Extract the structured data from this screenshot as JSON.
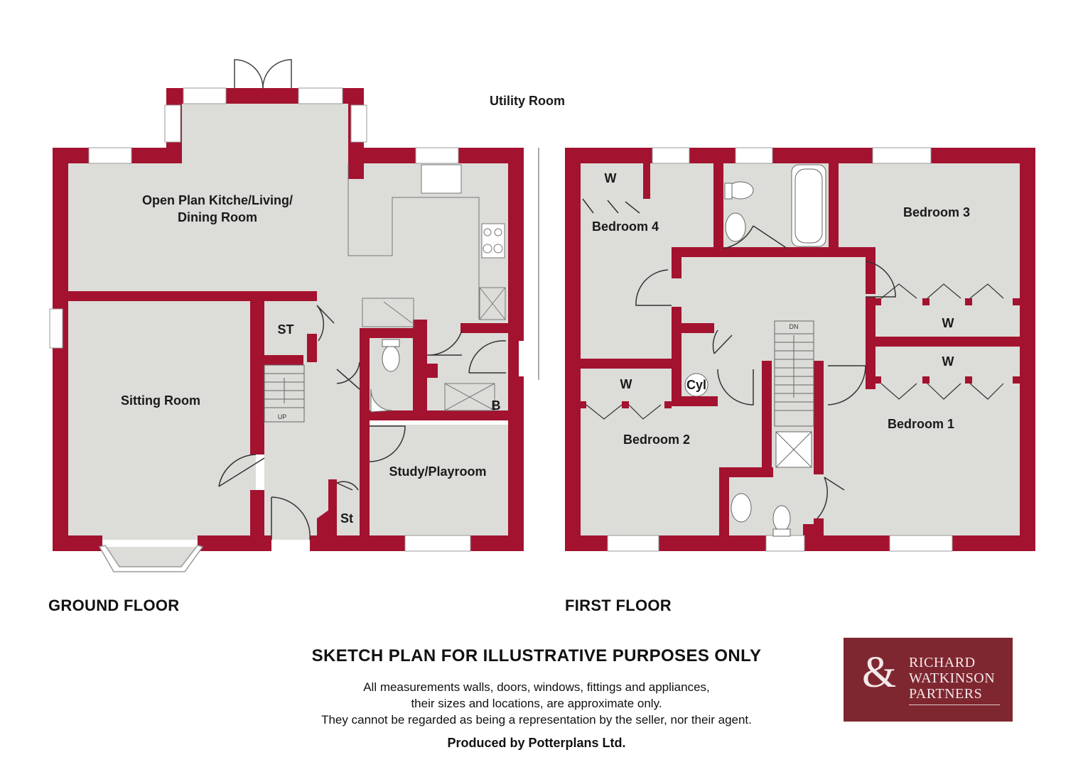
{
  "rooms": {
    "kitchen_line1": "Open Plan Kitche/Living/",
    "kitchen_line2": "Dining Room",
    "utility": "Utility Room",
    "sitting": "Sitting Room",
    "study": "Study/Playroom",
    "st_upper": "ST",
    "st_lower": "St",
    "boiler": "B",
    "stairs_up": "UP",
    "bedroom1": "Bedroom 1",
    "bedroom2": "Bedroom 2",
    "bedroom3": "Bedroom 3",
    "bedroom4": "Bedroom 4",
    "wardrobe": "W",
    "cylinder": "Cyl",
    "stairs_down": "DN"
  },
  "floors": {
    "ground": "GROUND FLOOR",
    "first": "FIRST FLOOR"
  },
  "disclaimer": {
    "title": "SKETCH PLAN FOR ILLUSTRATIVE PURPOSES ONLY",
    "line1": "All measurements walls, doors, windows, fittings and appliances,",
    "line2": "their sizes and locations, are approximate only.",
    "line3": "They cannot be regarded as being a representation by the seller, nor their agent.",
    "producer": "Produced by Potterplans Ltd."
  },
  "logo": {
    "line1": "RICHARD",
    "line2": "WATKINSON",
    "line3": "PARTNERS"
  },
  "colors": {
    "wall": "#a3122f",
    "floor": "#dcdcd8",
    "background": "#ffffff",
    "logo_bg": "#7f2730"
  }
}
